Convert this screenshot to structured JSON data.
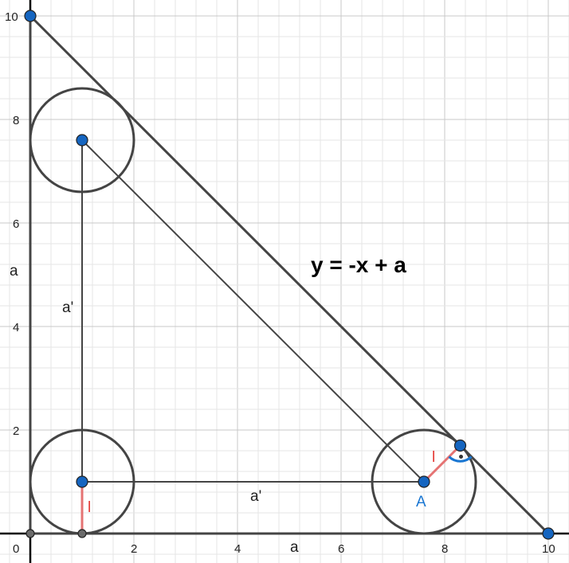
{
  "axes": {
    "x_ticks": [
      "0",
      "2",
      "4",
      "6",
      "8",
      "10"
    ],
    "y_ticks": [
      "2",
      "4",
      "6",
      "8",
      "10"
    ],
    "range": [
      0,
      10
    ],
    "minor_step": 0.4,
    "major_step": 2
  },
  "labels": {
    "a_x": "a",
    "a_y": "a",
    "a_prime_vertical": "a'",
    "a_prime_horizontal": "a'",
    "l_left": "l",
    "l_right": "l",
    "point_A": "A",
    "equation": "y = -x + a"
  },
  "geometry": {
    "triangle": [
      [
        0,
        10
      ],
      [
        0,
        0
      ],
      [
        10,
        0
      ]
    ],
    "circle_radius": 1,
    "circle_top_center": [
      1,
      7.6
    ],
    "circle_bottom_left_center": [
      1,
      1
    ],
    "circle_right_center": [
      7.6,
      1
    ],
    "tangent_point": [
      8.3,
      1.7
    ],
    "x_axis_point": [
      1,
      0
    ]
  },
  "colors": {
    "point_fill": "#1565c0",
    "segment_l": "#e57373",
    "angle_mark": "#1976d2",
    "line": "#444444",
    "grid_minor": "#e6e6e6",
    "grid_major": "#c8c8c8"
  }
}
